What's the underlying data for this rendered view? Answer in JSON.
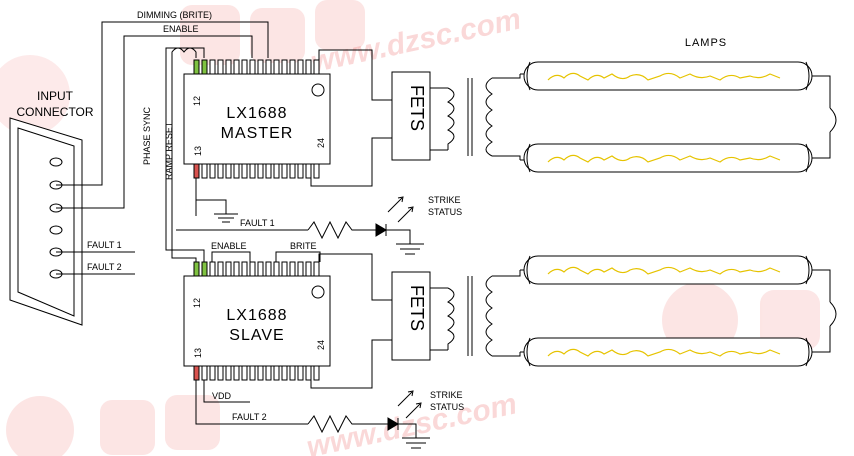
{
  "input_connector": {
    "line1": "INPUT",
    "line2": "CONNECTOR"
  },
  "lamps_label": "LAMPS",
  "signals": {
    "dimming": "DIMMING (BRITE)",
    "enable_top": "ENABLE",
    "phase_sync": "PHASE SYNC",
    "ramp_reset": "RAMP RESET",
    "fault1_in": "FAULT 1",
    "fault2_in": "FAULT 2",
    "fault1_mid": "FAULT 1",
    "fault2_mid": "FAULT 2",
    "enable_slave": "ENABLE",
    "brite_slave": "BRITE",
    "vdd": "VDD"
  },
  "master": {
    "part": "LX1688",
    "role": "MASTER",
    "pin12": "12",
    "pin13": "13",
    "pin24": "24"
  },
  "slave": {
    "part": "LX1688",
    "role": "SLAVE",
    "pin12": "12",
    "pin13": "13",
    "pin24": "24"
  },
  "fets_top": "FETS",
  "fets_bottom": "FETS",
  "strike_top": {
    "line1": "STRIKE",
    "line2": "STATUS"
  },
  "strike_bottom": {
    "line1": "STRIKE",
    "line2": "STATUS"
  },
  "watermark": {
    "url": "www.dzsc.com"
  },
  "colors": {
    "pin_green": "#7fc241",
    "pin_red": "#d9534f",
    "line": "#000000"
  }
}
